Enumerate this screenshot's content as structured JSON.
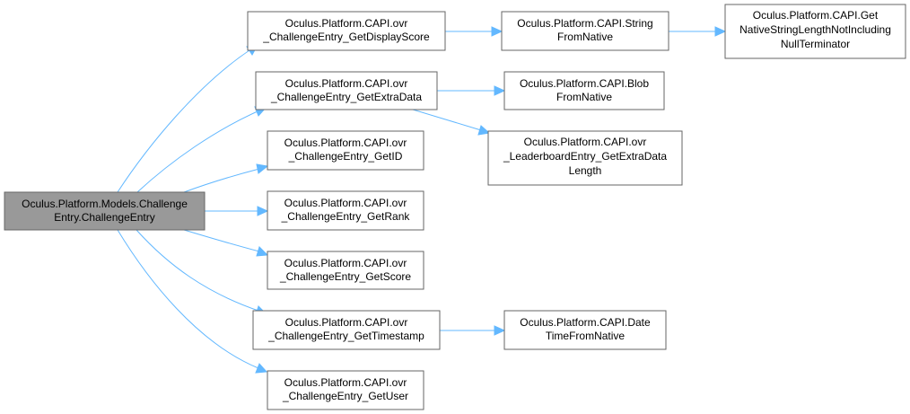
{
  "graph": {
    "nodes": {
      "root": [
        "Oculus.Platform.Models.Challenge",
        "Entry.ChallengeEntry"
      ],
      "getDisplayScore": [
        "Oculus.Platform.CAPI.ovr",
        "_ChallengeEntry_GetDisplayScore"
      ],
      "stringFromNative": [
        "Oculus.Platform.CAPI.String",
        "FromNative"
      ],
      "getNativeStringLength": [
        "Oculus.Platform.CAPI.Get",
        "NativeStringLengthNotIncluding",
        "NullTerminator"
      ],
      "getExtraData": [
        "Oculus.Platform.CAPI.ovr",
        "_ChallengeEntry_GetExtraData"
      ],
      "blobFromNative": [
        "Oculus.Platform.CAPI.Blob",
        "FromNative"
      ],
      "leaderboardExtraDataLength": [
        "Oculus.Platform.CAPI.ovr",
        "_LeaderboardEntry_GetExtraData",
        "Length"
      ],
      "getID": [
        "Oculus.Platform.CAPI.ovr",
        "_ChallengeEntry_GetID"
      ],
      "getRank": [
        "Oculus.Platform.CAPI.ovr",
        "_ChallengeEntry_GetRank"
      ],
      "getScore": [
        "Oculus.Platform.CAPI.ovr",
        "_ChallengeEntry_GetScore"
      ],
      "getTimestamp": [
        "Oculus.Platform.CAPI.ovr",
        "_ChallengeEntry_GetTimestamp"
      ],
      "dateTimeFromNative": [
        "Oculus.Platform.CAPI.Date",
        "TimeFromNative"
      ],
      "getUser": [
        "Oculus.Platform.CAPI.ovr",
        "_ChallengeEntry_GetUser"
      ]
    },
    "edges": [
      {
        "from": "root",
        "to": "getDisplayScore"
      },
      {
        "from": "root",
        "to": "getExtraData"
      },
      {
        "from": "root",
        "to": "getID"
      },
      {
        "from": "root",
        "to": "getRank"
      },
      {
        "from": "root",
        "to": "getScore"
      },
      {
        "from": "root",
        "to": "getTimestamp"
      },
      {
        "from": "root",
        "to": "getUser"
      },
      {
        "from": "getDisplayScore",
        "to": "stringFromNative"
      },
      {
        "from": "stringFromNative",
        "to": "getNativeStringLength"
      },
      {
        "from": "getExtraData",
        "to": "blobFromNative"
      },
      {
        "from": "getExtraData",
        "to": "leaderboardExtraDataLength"
      },
      {
        "from": "getTimestamp",
        "to": "dateTimeFromNative"
      }
    ],
    "colors": {
      "edge": "#63b8ff",
      "root_fill": "#999999",
      "node_fill": "#ffffff",
      "node_border": "#666666"
    }
  }
}
